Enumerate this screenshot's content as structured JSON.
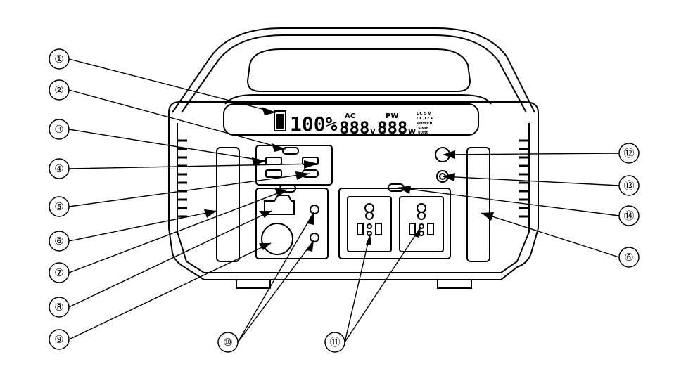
{
  "diagram": {
    "callouts": [
      {
        "number": "①"
      },
      {
        "number": "②"
      },
      {
        "number": "③"
      },
      {
        "number": "④"
      },
      {
        "number": "⑤"
      },
      {
        "number": "⑥"
      },
      {
        "number": "⑦"
      },
      {
        "number": "⑧"
      },
      {
        "number": "⑨"
      },
      {
        "number": "⑩"
      },
      {
        "number": "⑪"
      },
      {
        "number": "⑫"
      },
      {
        "number": "⑬"
      },
      {
        "number": "⑭"
      },
      {
        "number": "⑥"
      }
    ],
    "display": {
      "battery_percent": "100%",
      "ac_label": "AC",
      "ac_value": "888",
      "ac_unit": "V",
      "pw_label": "PW",
      "pw_value": "888",
      "pw_unit": "W",
      "small_lines": [
        "DC 5 V",
        "DC 12 V",
        "POWER",
        "50Hz",
        "60Hz"
      ]
    }
  },
  "colors": {
    "line": "#000000",
    "background": "#ffffff"
  }
}
